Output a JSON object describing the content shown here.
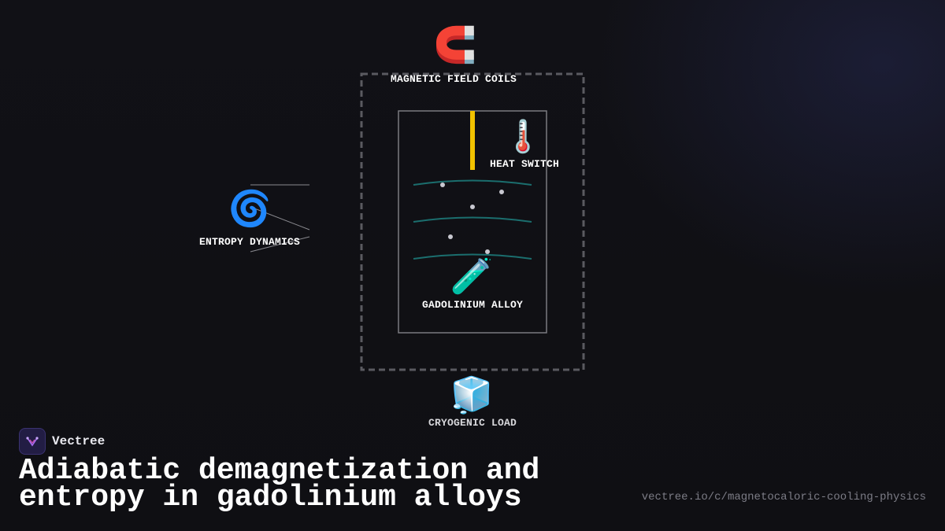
{
  "diagram": {
    "components": {
      "magnet": {
        "label": "MAGNETIC FIELD COILS",
        "icon": "magnet-icon",
        "glyph": "🧲"
      },
      "heat_switch": {
        "label": "HEAT SWITCH",
        "icon": "thermometer-icon",
        "glyph": "🌡️"
      },
      "entropy": {
        "label": "ENTROPY DYNAMICS",
        "icon": "cyclone-icon",
        "glyph": "🌀"
      },
      "alloy": {
        "label": "GADOLINIUM ALLOY",
        "icon": "test-tube-icon",
        "glyph": "🧪"
      },
      "load": {
        "label": "CRYOGENIC LOAD",
        "icon": "ice-cube-icon",
        "glyph": "🧊"
      }
    },
    "colors": {
      "heat_switch_bar": "#f2c200",
      "field_lines": "#1b6e6e",
      "chamber_border": "#5a5a60",
      "inner_border": "#7a7a80",
      "particles": "#c8c8d0"
    }
  },
  "brand": {
    "name": "Vectree",
    "icon": "vectree-logo-icon"
  },
  "headline": "Adiabatic demagnetization and entropy in gadolinium alloys",
  "url": "vectree.io/c/magnetocaloric-cooling-physics"
}
